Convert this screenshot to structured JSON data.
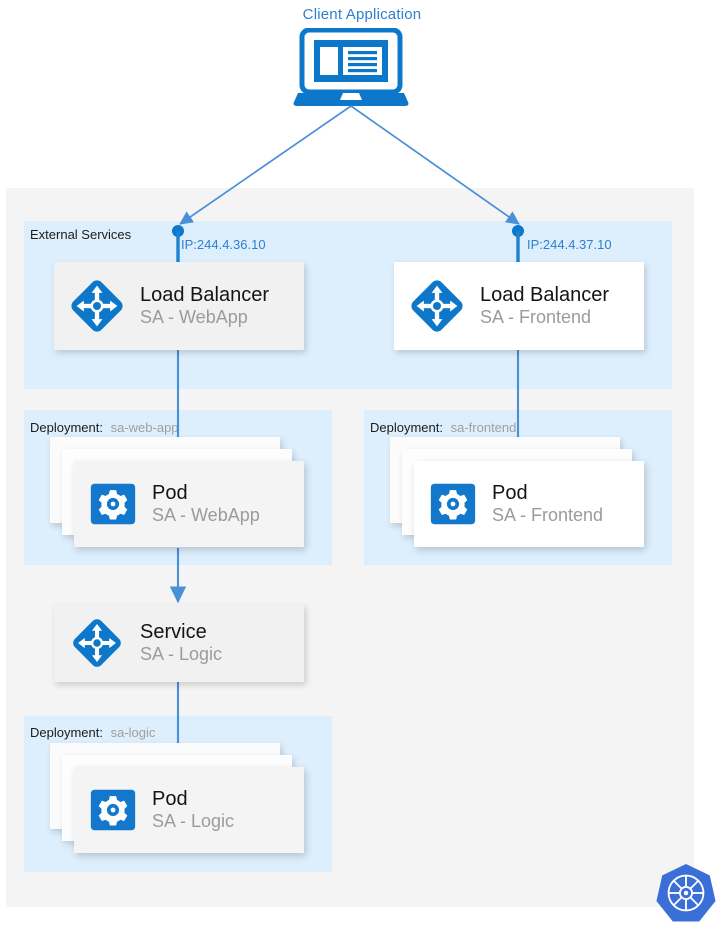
{
  "diagram": {
    "title": "Client Application",
    "client_icon": "laptop-icon",
    "brand_logo": "kubernetes-logo",
    "colors": {
      "accent_blue": "#0d78c9",
      "link_blue": "#2f7fd0",
      "panel_blue": "#ddeefc",
      "canvas_grey": "#f4f4f4",
      "card_grey": "#f1f1f1",
      "muted_text": "#9b9b9b"
    }
  },
  "groups": {
    "external": {
      "label": "External Services",
      "cards": [
        {
          "icon": "load-balancer-icon",
          "title": "Load Balancer",
          "subtitle": "SA - WebApp",
          "ip": "IP:244.4.36.10"
        },
        {
          "icon": "load-balancer-icon",
          "title": "Load Balancer",
          "subtitle": "SA - Frontend",
          "ip": "IP:244.4.37.10"
        }
      ]
    },
    "deployment_webapp": {
      "label_prefix": "Deployment:",
      "name": "sa-web-app",
      "pod": {
        "icon": "gear-icon",
        "title": "Pod",
        "subtitle": "SA - WebApp",
        "replicas": 3
      }
    },
    "deployment_frontend": {
      "label_prefix": "Deployment:",
      "name": "sa-frontend",
      "pod": {
        "icon": "gear-icon",
        "title": "Pod",
        "subtitle": "SA - Frontend",
        "replicas": 3
      }
    },
    "deployment_logic": {
      "label_prefix": "Deployment:",
      "name": "sa-logic",
      "pod": {
        "icon": "gear-icon",
        "title": "Pod",
        "subtitle": "SA - Logic",
        "replicas": 3
      }
    },
    "service_logic": {
      "icon": "service-icon",
      "title": "Service",
      "subtitle": "SA - Logic"
    }
  }
}
